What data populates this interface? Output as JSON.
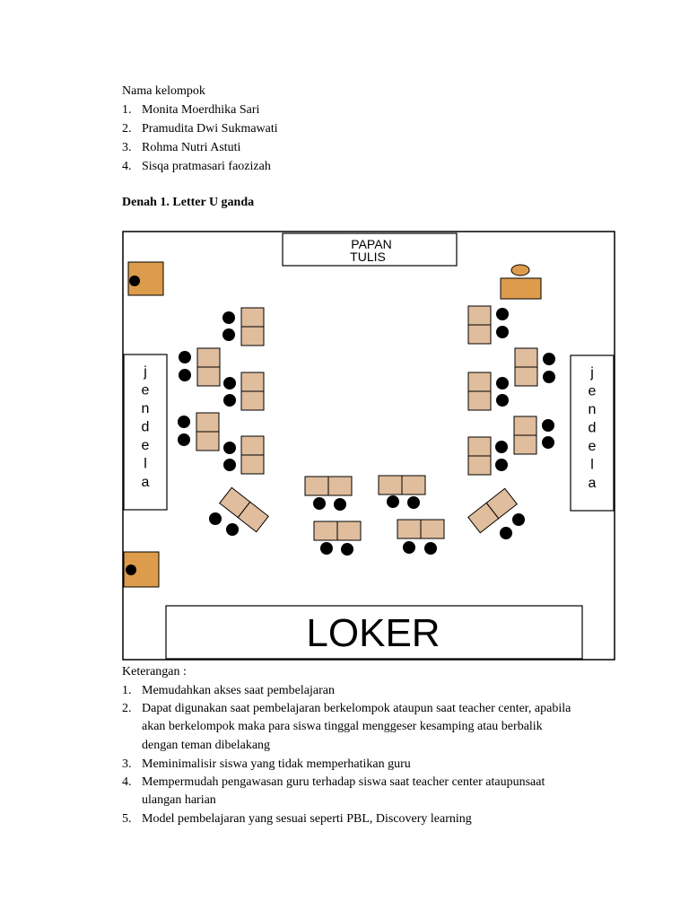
{
  "group": {
    "heading": "Nama kelompok",
    "members": [
      "Monita Moerdhika Sari",
      "Pramudita Dwi Sukmawati",
      "Rohma Nutri Astuti",
      "Sisqa pratmasari faozizah"
    ]
  },
  "plan": {
    "title": "Denah 1. Letter U ganda",
    "board_line1": "PAPAN",
    "board_line2": "TULIS",
    "window_letters": [
      "j",
      "e",
      "n",
      "d",
      "e",
      "l",
      "a"
    ],
    "locker": "LOKER"
  },
  "notes": {
    "heading": "Keterangan :",
    "items": [
      [
        "Memudahkan akses saat pembelajaran"
      ],
      [
        "Dapat digunakan saat pembelajaran berkelompok ataupun saat teacher center, apabila",
        "akan berkelompok maka para siswa tinggal menggeser kesamping atau berbalik",
        "dengan teman dibelakang"
      ],
      [
        "Meminimalisir siswa yang tidak memperhatikan guru"
      ],
      [
        "Mempermudah pengawasan guru terhadap siswa saat  teacher center ataupunsaat",
        "ulangan harian"
      ],
      [
        "Model pembelajaran yang sesuai seperti PBL, Discovery learning"
      ]
    ]
  },
  "colors": {
    "desk": "#dfbd9d",
    "teacher_desk": "#dd9c4b",
    "chair": "#000000",
    "outline": "#000000"
  }
}
